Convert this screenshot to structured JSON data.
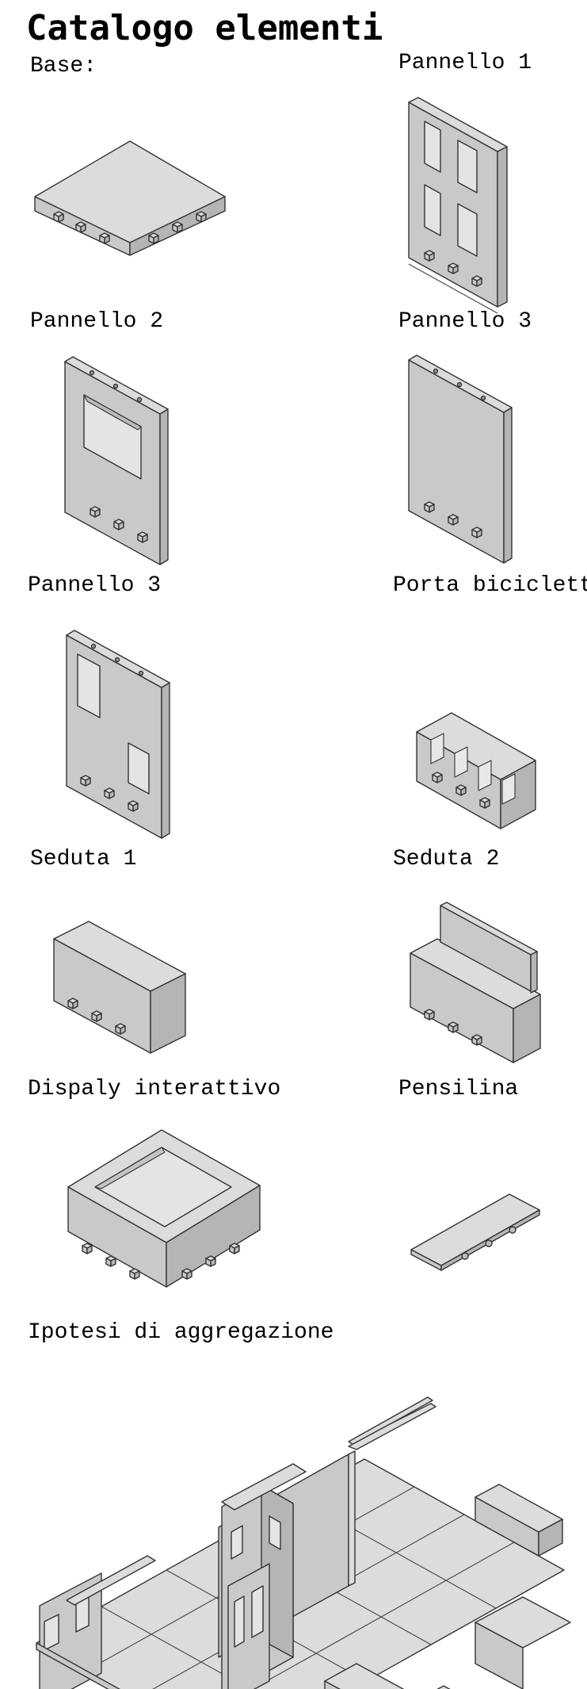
{
  "page": {
    "title": "Catalogo elementi"
  },
  "items": [
    {
      "label": "Base:"
    },
    {
      "label": "Pannello 1"
    },
    {
      "label": "Pannello 2"
    },
    {
      "label": "Pannello 3"
    },
    {
      "label": "Pannello 3"
    },
    {
      "label": "Porta biciclette"
    },
    {
      "label": "Seduta 1"
    },
    {
      "label": "Seduta 2"
    },
    {
      "label": "Dispaly interattivo"
    },
    {
      "label": "Pensilina"
    }
  ],
  "aggregation": {
    "label": "Ipotesi di aggregazione"
  },
  "colors": {
    "face_top": "#dcdcdc",
    "face_left": "#c9c9c9",
    "face_right": "#b5b5b5",
    "stroke": "#333333"
  }
}
